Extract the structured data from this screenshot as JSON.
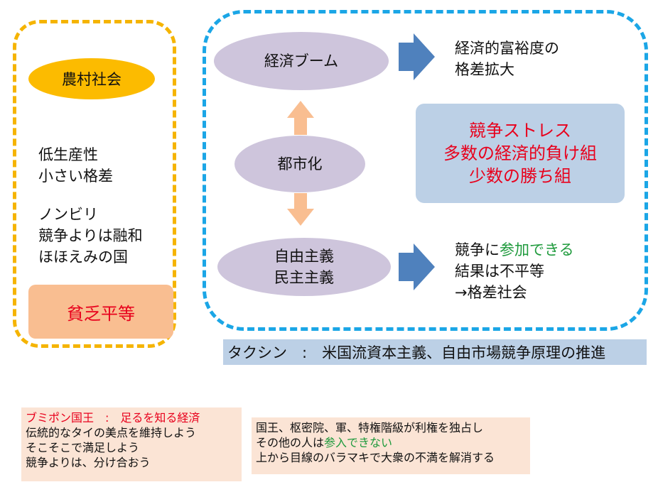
{
  "left": {
    "title": "農村社会",
    "lines1": [
      "低生産性",
      "小さい格差"
    ],
    "lines2": [
      "ノンビリ",
      "競争よりは融和",
      "ほほえみの国"
    ],
    "result": "貧乏平等"
  },
  "right": {
    "boom": "経済ブーム",
    "urban": "都市化",
    "democracy": [
      "自由主義",
      "民主主義"
    ],
    "wealth": [
      "経済的富裕度の",
      "格差拡大"
    ],
    "stress": [
      "競争ストレス",
      "多数の経済的負け組",
      "少数の勝ち組"
    ],
    "compete": {
      "prefix": "競争に",
      "highlight": "参加できる",
      "line2": "結果は不平等",
      "line3": "→格差社会"
    }
  },
  "takushin": "タクシン　:　米国流資本主義、自由市場競争原理の推進",
  "king": {
    "title": "ブミポン国王　:　足るを知る経済",
    "lines": [
      "伝統的なタイの美点を維持しよう",
      "そこそこで満足しよう",
      "競争よりは、分け合おう"
    ]
  },
  "elite": {
    "line1": "国王、枢密院、軍、特権階級が利権を独占し",
    "line2_prefix": "その他の人は",
    "line2_highlight": "参入できない",
    "line3": "上から目線のバラマキで大衆の不満を解消する"
  },
  "colors": {
    "gold": "#fcbb00",
    "gold_border": "#f5b400",
    "cyan_border": "#1ba6e6",
    "lavender": "#cec5dc",
    "light_blue": "#bcd0e6",
    "peach": "#f9be91",
    "red": "#e8001c",
    "green": "#1e9a3c",
    "arrow_blue": "#4f81bd",
    "arrow_orange": "#f9be91"
  }
}
